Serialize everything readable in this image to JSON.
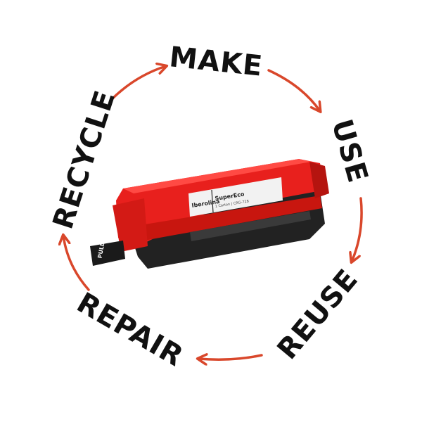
{
  "cycle": {
    "steps": [
      {
        "label": "MAKE"
      },
      {
        "label": "USE"
      },
      {
        "label": "REUSE"
      },
      {
        "label": "REPAIR"
      },
      {
        "label": "RECYCLE"
      }
    ]
  },
  "cartridge": {
    "brand": "Iberolina",
    "series": "SuperEco",
    "model_text": "1 Carton | CRG-728",
    "tab_label": "PULL"
  },
  "colors": {
    "text": "#111111",
    "arrow": "#d9472b",
    "cartridge_body": "#e8201d",
    "cartridge_shadow": "#b5140f",
    "cartridge_base": "#222222"
  }
}
